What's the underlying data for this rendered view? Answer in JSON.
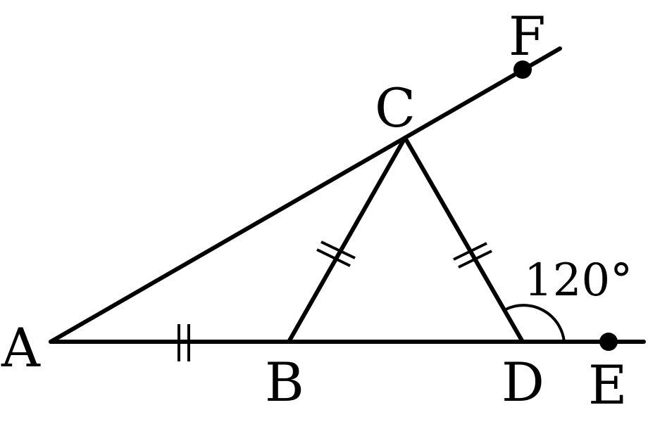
{
  "diagram": {
    "points": {
      "A": "A",
      "B": "B",
      "C": "C",
      "D": "D",
      "E": "E",
      "F": "F"
    },
    "angle_label": "120°"
  }
}
